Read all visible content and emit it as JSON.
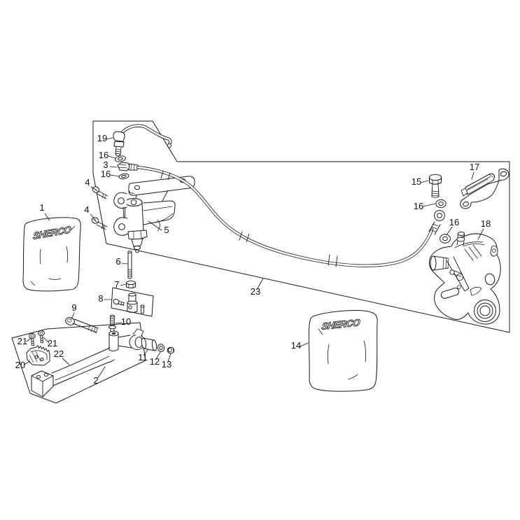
{
  "brand": "SHERCO",
  "colors": {
    "line": "#1a1a1a",
    "background": "#ffffff"
  },
  "labels": {
    "p1": "1",
    "p2": "2",
    "p3": "3",
    "p4": "4",
    "p5": "5",
    "p6": "6",
    "p7": "7",
    "p8": "8",
    "p9": "9",
    "p10": "10",
    "p11": "11",
    "p12": "12",
    "p13": "13",
    "p14": "14",
    "p15": "15",
    "p16": "16",
    "p17": "17",
    "p18": "18",
    "p19": "19",
    "p20": "20",
    "p21": "21",
    "p22": "22",
    "p23": "23"
  }
}
